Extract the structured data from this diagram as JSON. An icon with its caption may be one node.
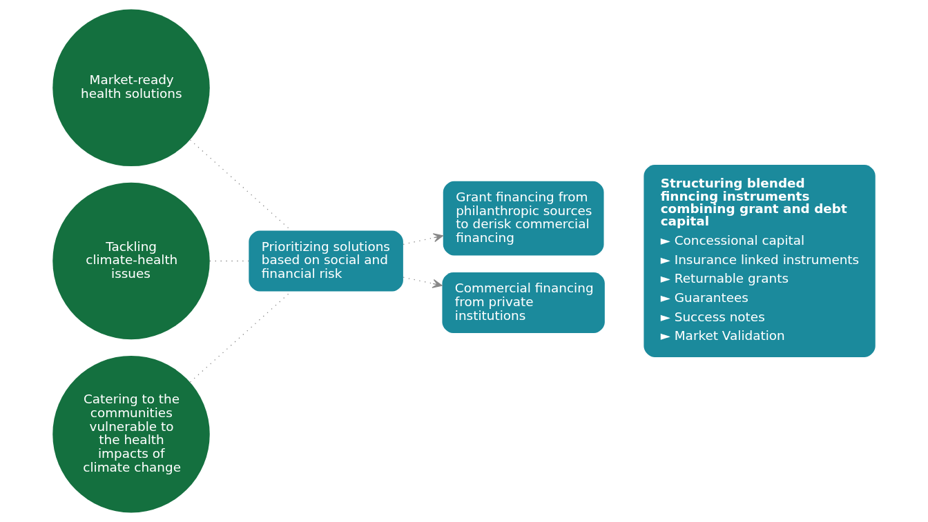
{
  "diagram": {
    "nodes": [
      {
        "text": [
          "Market-ready health solutions"
        ]
      },
      {
        "text": [
          "Tackling climate-health issues"
        ]
      },
      {
        "text": [
          "Catering to the communities vulnerable to the health impacts of climate change"
        ]
      },
      {
        "text": [
          "Prioritizing solutions based on social and financial risk"
        ]
      },
      {
        "text": [
          "Grant financing from philanthropic sources to derisk commercial financing"
        ]
      },
      {
        "text": [
          "Commercial financing from private institutions"
        ]
      },
      {
        "text": [
          "Structuring blended finncing instruments combining grant and debt capital",
          "► Concessional capital",
          "► Insurance linked instruments",
          "► Returnable grants",
          "► Guarantees",
          "► Success notes",
          "► Market Validation"
        ]
      }
    ],
    "edges": [
      {
        "from": 0,
        "to": 3,
        "arrow": "none",
        "style": "dashed"
      },
      {
        "from": 1,
        "to": 3,
        "arrow": "none",
        "style": "dashed"
      },
      {
        "from": 2,
        "to": 3,
        "arrow": "none",
        "style": "dashed"
      },
      {
        "from": 3,
        "to": 4,
        "arrow": "to",
        "style": "dashed"
      },
      {
        "from": 3,
        "to": 5,
        "arrow": "to",
        "style": "dashed"
      }
    ]
  }
}
